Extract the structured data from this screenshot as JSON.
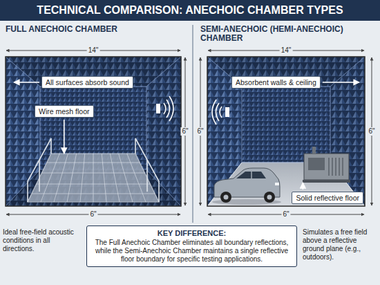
{
  "diagram": {
    "title": "TECHNICAL COMPARISON: ANECHOIC CHAMBER TYPES",
    "nodes": [
      {
        "text": [
          "All surfaces absorb sound"
        ]
      },
      {
        "text": [
          "Wire mesh floor"
        ]
      },
      {
        "text": [
          "Absorbent walls & ceiling"
        ]
      },
      {
        "text": [
          "Solid reflective floor"
        ]
      },
      {
        "text": [
          "KEY DIFFERENCE:",
          "The Full Anechoic Chamber eliminates all boundary reflections, while the Semi-Anechoic Chamber maintains a single reflective floor boundary for specific testing applications."
        ]
      }
    ],
    "labels": [
      "FULL ANECHOIC CHAMBER",
      "SEMI-ANECHOIC (HEMI-ANECHOIC) CHAMBER",
      "14\"",
      "14\"",
      "6\"",
      "6\"",
      "6\"",
      "6\"",
      "6\"",
      "Ideal free-field acoustic conditions in all directions.",
      "Simulates a free field above a reflective ground plane (e.g., outdoors)."
    ]
  }
}
